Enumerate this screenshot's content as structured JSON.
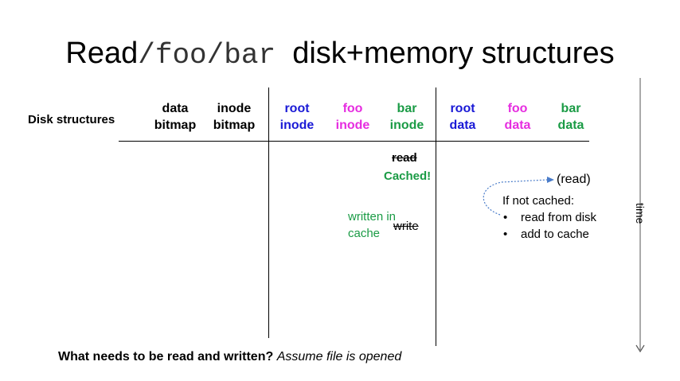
{
  "title": {
    "prefix": "Read",
    "path": "/foo/bar",
    "suffix": "disk+memory structures"
  },
  "table": {
    "row_label": "Disk structures",
    "columns": [
      {
        "line1": "data",
        "line2": "bitmap",
        "color": "#000000"
      },
      {
        "line1": "inode",
        "line2": "bitmap",
        "color": "#000000"
      },
      {
        "line1": "root",
        "line2": "inode",
        "color": "#1a1ad6"
      },
      {
        "line1": "foo",
        "line2": "inode",
        "color": "#e62de0"
      },
      {
        "line1": "bar",
        "line2": "inode",
        "color": "#1a9b45"
      },
      {
        "line1": "root",
        "line2": "data",
        "color": "#1a1ad6"
      },
      {
        "line1": "foo",
        "line2": "data",
        "color": "#e62de0"
      },
      {
        "line1": "bar",
        "line2": "data",
        "color": "#1a9b45"
      }
    ]
  },
  "annotations": {
    "read_struck": "read",
    "cached": "Cached!",
    "written_line1": "written in",
    "written_line2": "cache",
    "write_struck": "write",
    "read_paren": "(read)",
    "if_not_cached": "If not cached:",
    "bullets": [
      "read from disk",
      "add to cache"
    ]
  },
  "question": {
    "bold": "What needs to be read and written?",
    "italic": "Assume file is opened"
  },
  "time_label": "time"
}
